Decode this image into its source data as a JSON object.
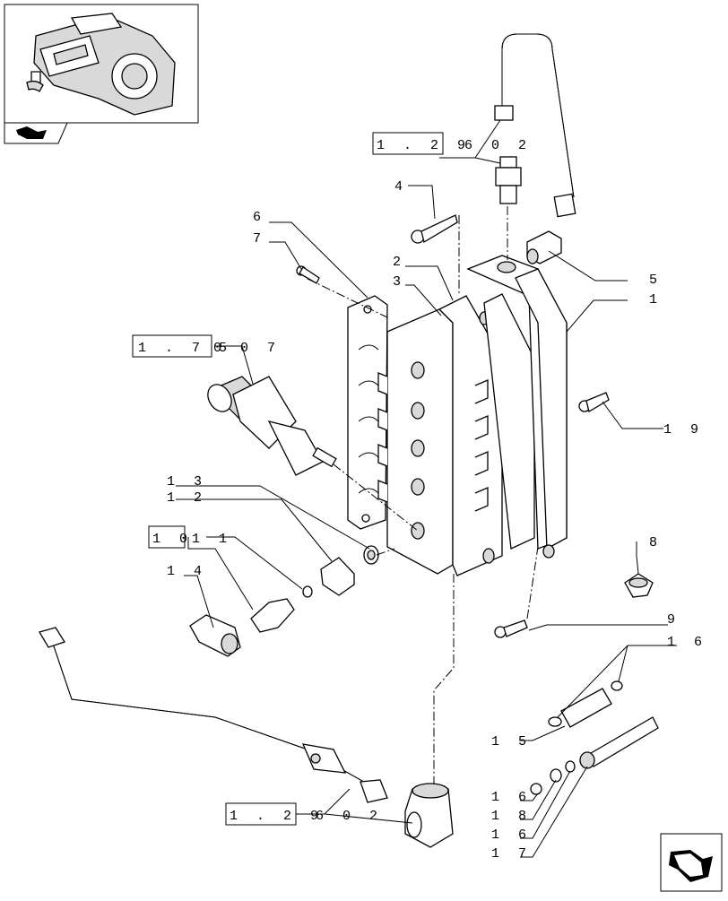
{
  "title": "",
  "labels": {
    "l1": "1",
    "l2": "2",
    "l3": "3",
    "l4": "4",
    "l5": "5",
    "l6": "6",
    "l7": "7",
    "l8": "8",
    "l9": "9",
    "l11": "1 1",
    "l12": "1 2",
    "l13": "1 3",
    "l14": "1 4",
    "l15": "1 5",
    "l16a": "1 6",
    "l16b": "1 6",
    "l16c": "1 6",
    "l17": "1 7",
    "l18": "1 8",
    "l19": "1 9"
  },
  "references": {
    "top": {
      "code": "1 . 2 9",
      "suffix": "6   0 2"
    },
    "middle": {
      "code": "1 . 7 5",
      "suffix": "0   0 7"
    },
    "bottom": {
      "code": "1 . 2 9",
      "suffix": "6   0 2"
    },
    "left": {
      "code": "1 0",
      "suffix": ""
    }
  },
  "icons": {
    "thumbnail": "transmission-thumbnail-icon",
    "section": "section-arrow-icon",
    "next": "next-page-arrow-icon"
  }
}
